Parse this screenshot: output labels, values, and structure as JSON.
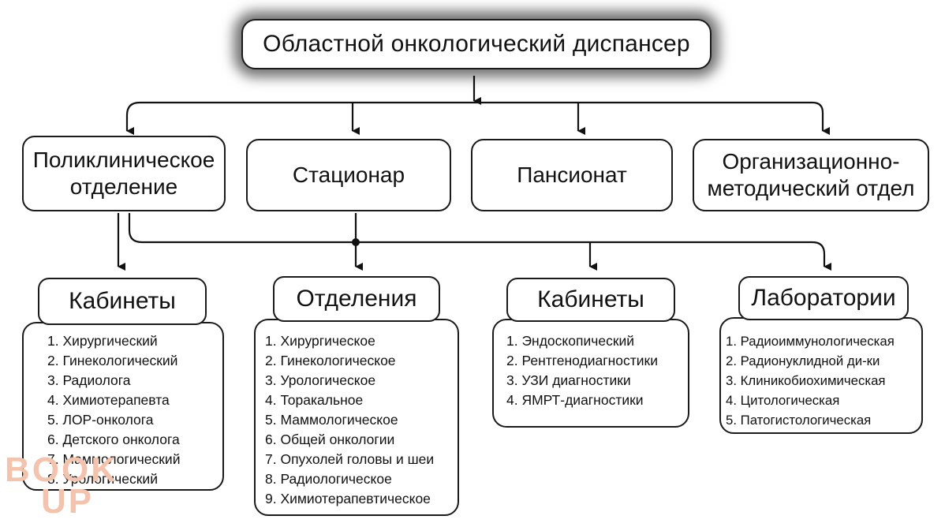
{
  "title": "Областной онкологический диспансер",
  "units": [
    {
      "lines": [
        "Поликлиническое",
        "отделение"
      ]
    },
    {
      "lines": [
        "Стационар"
      ]
    },
    {
      "lines": [
        "Пансионат"
      ]
    },
    {
      "lines": [
        "Организационно-",
        "методический отдел"
      ]
    }
  ],
  "groups": [
    {
      "title": "Кабинеты",
      "items": [
        "1. Хирургический",
        "2. Гинекологический",
        "3. Радиолога",
        "4. Химиотерапевта",
        "5. ЛОР-онколога",
        "6. Детского онколога",
        "7. Маммологический",
        "8. Урологический"
      ]
    },
    {
      "title": "Отделения",
      "items": [
        "1. Хирургическое",
        "2. Гинекологическое",
        "3. Урологическое",
        "4. Торакальное",
        "5. Маммологическое",
        "6. Общей онкологии",
        "7. Опухолей головы и шеи",
        "8. Радиологическое",
        "9. Химиотерапевтическое"
      ]
    },
    {
      "title": "Кабинеты",
      "items": [
        "1. Эндоскопический",
        "2. Рентгенодиагностики",
        "3. УЗИ диагностики",
        "4. ЯМРТ-диагностики"
      ]
    },
    {
      "title": "Лаборатории",
      "items": [
        "1. Радиоиммунологическая",
        "2. Радионуклидной ди-ки",
        "3. Клиникобиохимическая",
        "4. Цитологическая",
        "5. Патогистологическая"
      ]
    }
  ],
  "watermark": {
    "line1": "BOOK",
    "line2": "UP"
  }
}
